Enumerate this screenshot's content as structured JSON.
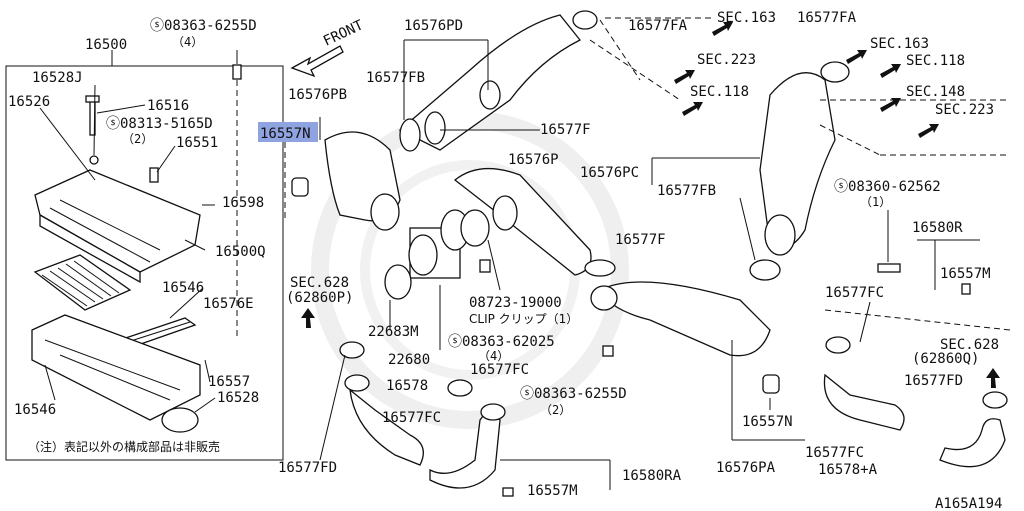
{
  "diagram": {
    "figure_id": "A165A194",
    "note": "（注）表記以外の構成部品は非販売",
    "front_label": "FRONT",
    "highlight_color": "#8fa3e0",
    "labels": {
      "p16500": "16500",
      "p16528J": "16528J",
      "p16526": "16526",
      "p16516": "16516",
      "p08313": "08313-5165D",
      "p08313q": "（2）",
      "p16551": "16551",
      "p16598": "16598",
      "p16500Q": "16500Q",
      "p16546a": "16546",
      "p16576E": "16576E",
      "p16557a": "16557",
      "p16528": "16528",
      "p16546b": "16546",
      "p08363a": "08363-6255D",
      "p08363aq": "（4）",
      "p16576PB": "16576PB",
      "p16557N_hl": "16557N",
      "p16576PD": "16576PD",
      "p16577FB": "16577FB",
      "p16577F": "16577F",
      "p16576P": "16576P",
      "p16577FA_a": "16577FA",
      "p16577FA_b": "16577FA",
      "sec163a": "SEC.163",
      "sec223a": "SEC.223",
      "sec118a": "SEC.118",
      "sec163b": "SEC.163",
      "sec118b": "SEC.118",
      "sec148": "SEC.148",
      "sec223b": "SEC.223",
      "p16576PC": "16576PC",
      "p16577FB_b": "16577FB",
      "p08360": "08360-62562",
      "p08360q": "（1）",
      "p16580R": "16580R",
      "p16557M_a": "16557M",
      "p16577F_b": "16577F",
      "sec628a": "SEC.628",
      "sec628a_sub": "(62860P)",
      "p22683M": "22683M",
      "p22680": "22680",
      "p08723": "08723-19000",
      "p08723_sub": "CLIP クリップ（1）",
      "p08363b": "08363-62025",
      "p08363bq": "（4）",
      "p16577FC_a": "16577FC",
      "p16578": "16578",
      "p16577FC_b": "16577FC",
      "p16577FC_c": "16577FC",
      "p08363c": "08363-6255D",
      "p08363cq": "（2）",
      "p16577FD_a": "16577FD",
      "p16580RA": "16580RA",
      "p16557M_b": "16557M",
      "p16557N_b": "16557N",
      "p16576PA": "16576PA",
      "sec628b": "SEC.628",
      "sec628b_sub": "(62860Q)",
      "p16577FD_b": "16577FD",
      "p16577FC_d": "16577FC",
      "p16578A": "16578+A"
    }
  }
}
